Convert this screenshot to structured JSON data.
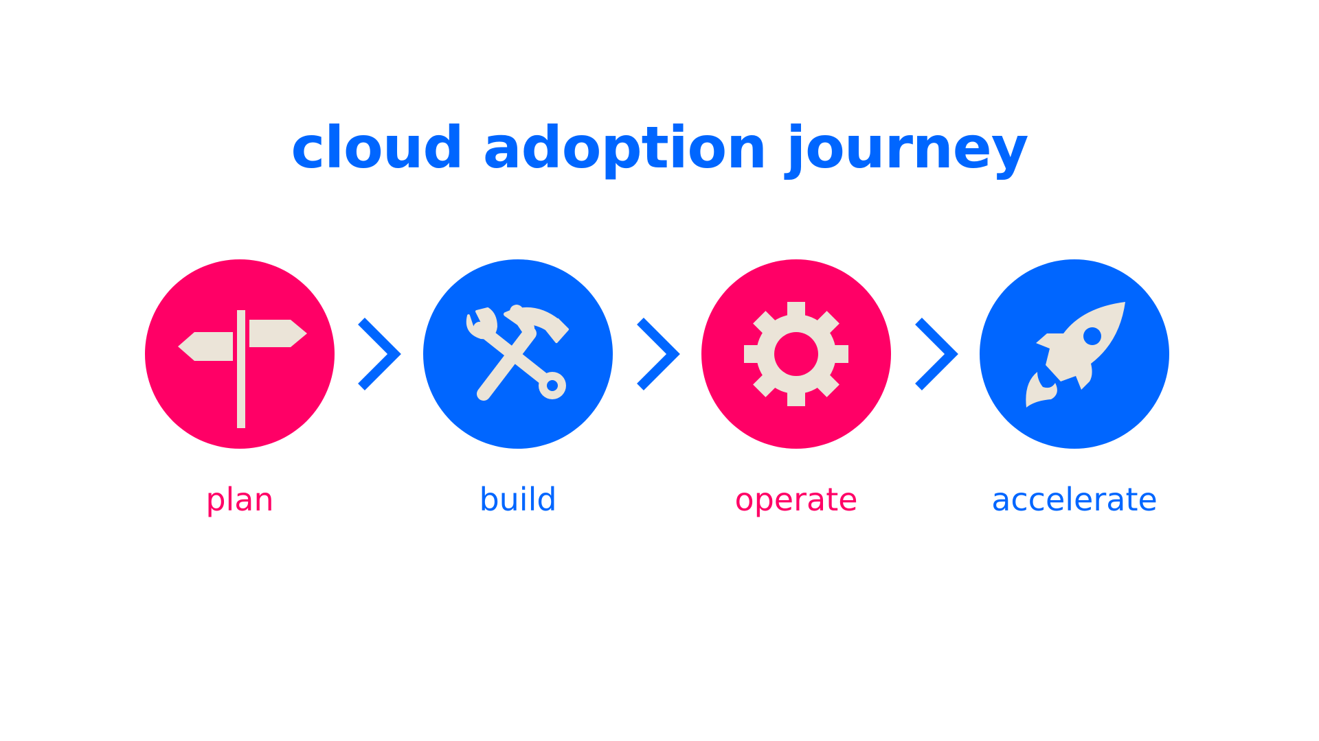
{
  "title": "cloud adoption journey",
  "colors": {
    "pink": "#ff0066",
    "blue": "#0066ff",
    "icon": "#ebe4d8",
    "background": "#ffffff"
  },
  "stages": [
    {
      "label": "plan",
      "color": "#ff0066",
      "icon": "signpost-icon"
    },
    {
      "label": "build",
      "color": "#0066ff",
      "icon": "tools-icon"
    },
    {
      "label": "operate",
      "color": "#ff0066",
      "icon": "gear-icon"
    },
    {
      "label": "accelerate",
      "color": "#0066ff",
      "icon": "rocket-icon"
    }
  ],
  "connector_icon": "chevron-right-icon"
}
